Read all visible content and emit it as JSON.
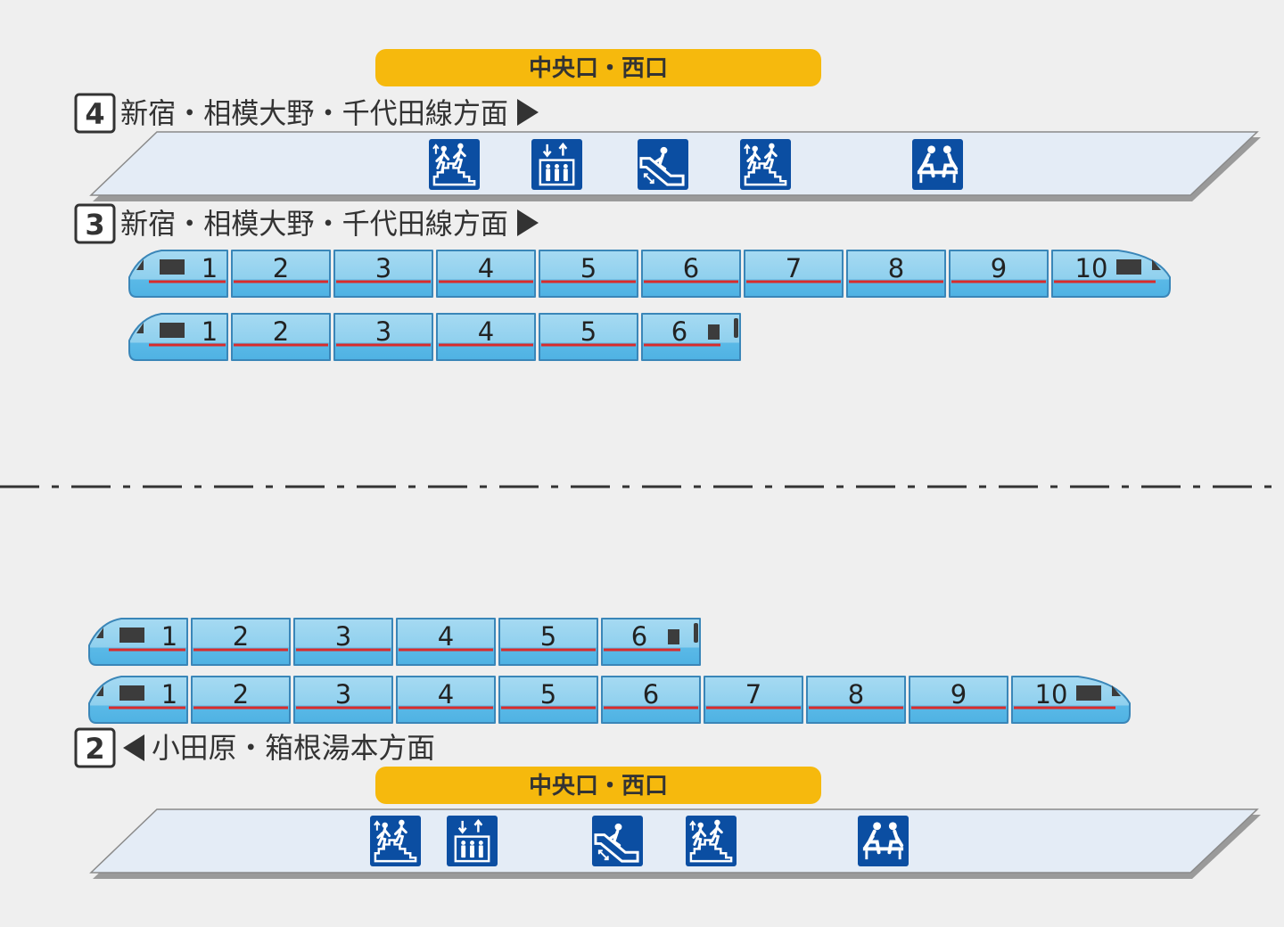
{
  "colors": {
    "background": "#efefef",
    "exit_bar": "#f6b90d",
    "platform_fill": "#e4ecf6",
    "platform_stroke": "#8a8a8a",
    "platform_shadow": "#9a9a9a",
    "icon_blue": "#0b4ea2",
    "car_top": "#9fd6f0",
    "car_bottom": "#55b7e6",
    "car_stroke": "#3a86b8",
    "stripe": "#d92b2b",
    "window": "#3c3c3c",
    "divider": "#333333"
  },
  "top_exit": {
    "label": "中央口・西口"
  },
  "bottom_exit": {
    "label": "中央口・西口"
  },
  "track4": {
    "number": "4",
    "destination": "新宿・相模大野・千代田線方面",
    "arrow": "right-triangle-icon"
  },
  "track3": {
    "number": "3",
    "destination": "新宿・相模大野・千代田線方面",
    "arrow": "right-triangle-icon"
  },
  "track2": {
    "number": "2",
    "destination": "小田原・箱根湯本方面",
    "arrow": "left-triangle-icon"
  },
  "top_platform_icons": [
    "stairs-icon",
    "elevator-icon",
    "escalator-icon",
    "stairs-icon",
    "waiting-room-icon"
  ],
  "bottom_platform_icons": [
    "stairs-icon",
    "elevator-icon",
    "escalator-icon",
    "stairs-icon",
    "waiting-room-icon"
  ],
  "trains": [
    {
      "id": "train-track3-10car",
      "cars": [
        "1",
        "2",
        "3",
        "4",
        "5",
        "6",
        "7",
        "8",
        "9",
        "10"
      ]
    },
    {
      "id": "train-track3-6car",
      "cars": [
        "1",
        "2",
        "3",
        "4",
        "5",
        "6"
      ]
    },
    {
      "id": "train-track2-6car",
      "cars": [
        "1",
        "2",
        "3",
        "4",
        "5",
        "6"
      ]
    },
    {
      "id": "train-track2-10car",
      "cars": [
        "1",
        "2",
        "3",
        "4",
        "5",
        "6",
        "7",
        "8",
        "9",
        "10"
      ]
    }
  ]
}
